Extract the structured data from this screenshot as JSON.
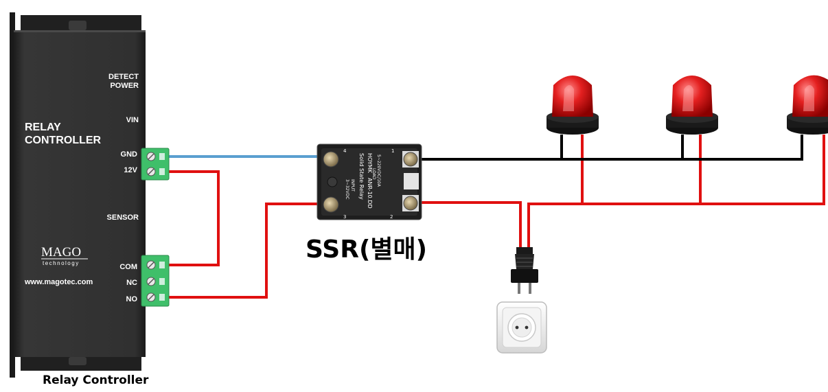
{
  "controller": {
    "title_line1": "RELAY",
    "title_line2": "CONTROLLER",
    "brand": "MAGO",
    "brand_sub": "technology",
    "website": "www.magotec.com",
    "labels": {
      "detect": "DETECT",
      "power": "POWER",
      "vin": "VIN",
      "gnd": "GND",
      "v12": "12V",
      "sensor": "SENSOR",
      "com": "COM",
      "nc": "NC",
      "no": "NO"
    },
    "caption": "Relay Controller"
  },
  "ssr": {
    "caption": "SSR(별매)",
    "brand": "HOYMK",
    "model": "ANR-10.DD",
    "type": "Solid State Relay",
    "load_label": "LOAD",
    "load_rating": "5~220VDC/10A",
    "input_label": "INPUT",
    "input_rating": "3~32VDC",
    "pin1": "1",
    "pin2": "2",
    "pin3": "3",
    "pin4": "4"
  },
  "colors": {
    "wire_red": "#e01010",
    "wire_blue": "#5a9fd0",
    "wire_black": "#000000",
    "controller_body": "#2b2b2b",
    "terminal_green": "#3fbf6a",
    "lamp_red": "#e42020"
  },
  "icons": [
    "warning-lamp-icon",
    "power-plug-icon",
    "wall-socket-icon"
  ]
}
